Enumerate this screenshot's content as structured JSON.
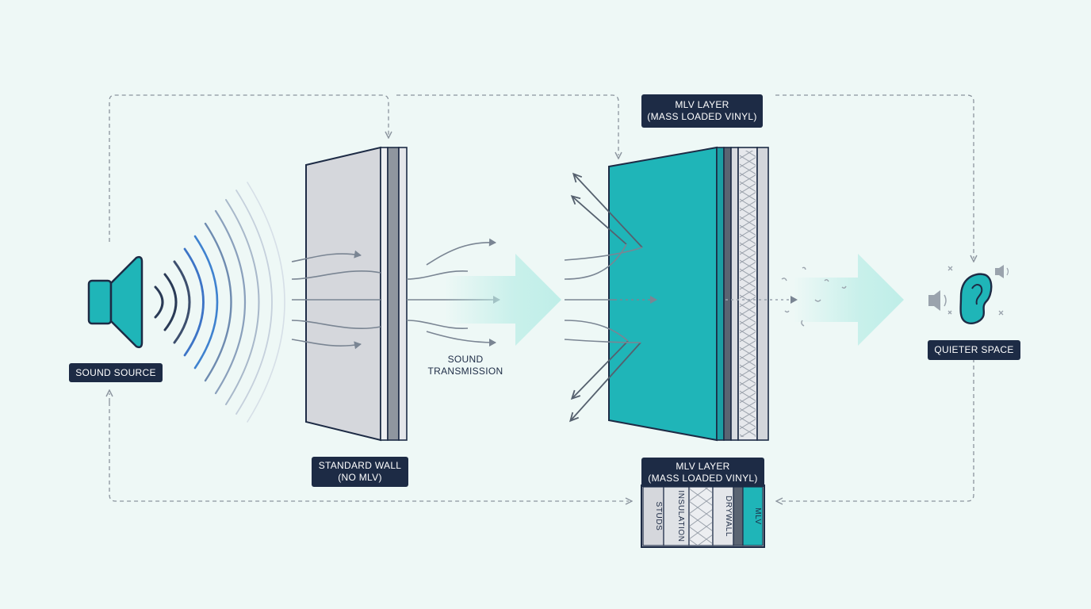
{
  "labels": {
    "sound_source": "SOUND SOURCE",
    "standard_wall": [
      "STANDARD WALL",
      "(NO MLV)"
    ],
    "sound_transmission": [
      "SOUND",
      "TRANSMISSION"
    ],
    "mlv_layer_top": [
      "MLV LAYER",
      "(MASS LOADED VINYL)"
    ],
    "mlv_layer_bottom": [
      "MLV LAYER",
      "(MASS LOADED VINYL)"
    ],
    "quieter_space": "QUIETER SPACE"
  },
  "layer_stack": {
    "layers": [
      "STUDS",
      "INSULATION",
      "",
      "DRYWALL",
      "",
      "MLV"
    ]
  },
  "colors": {
    "background": "#eef8f6",
    "navy": "#1d2b45",
    "teal": "#1fb5b8",
    "grey_wall": "#d5d7dc",
    "arrow_grey": "#7a8593",
    "flow_arrow": "#bfeee8"
  },
  "icons": [
    "speaker-icon",
    "ear-icon",
    "small-speaker-icon"
  ]
}
